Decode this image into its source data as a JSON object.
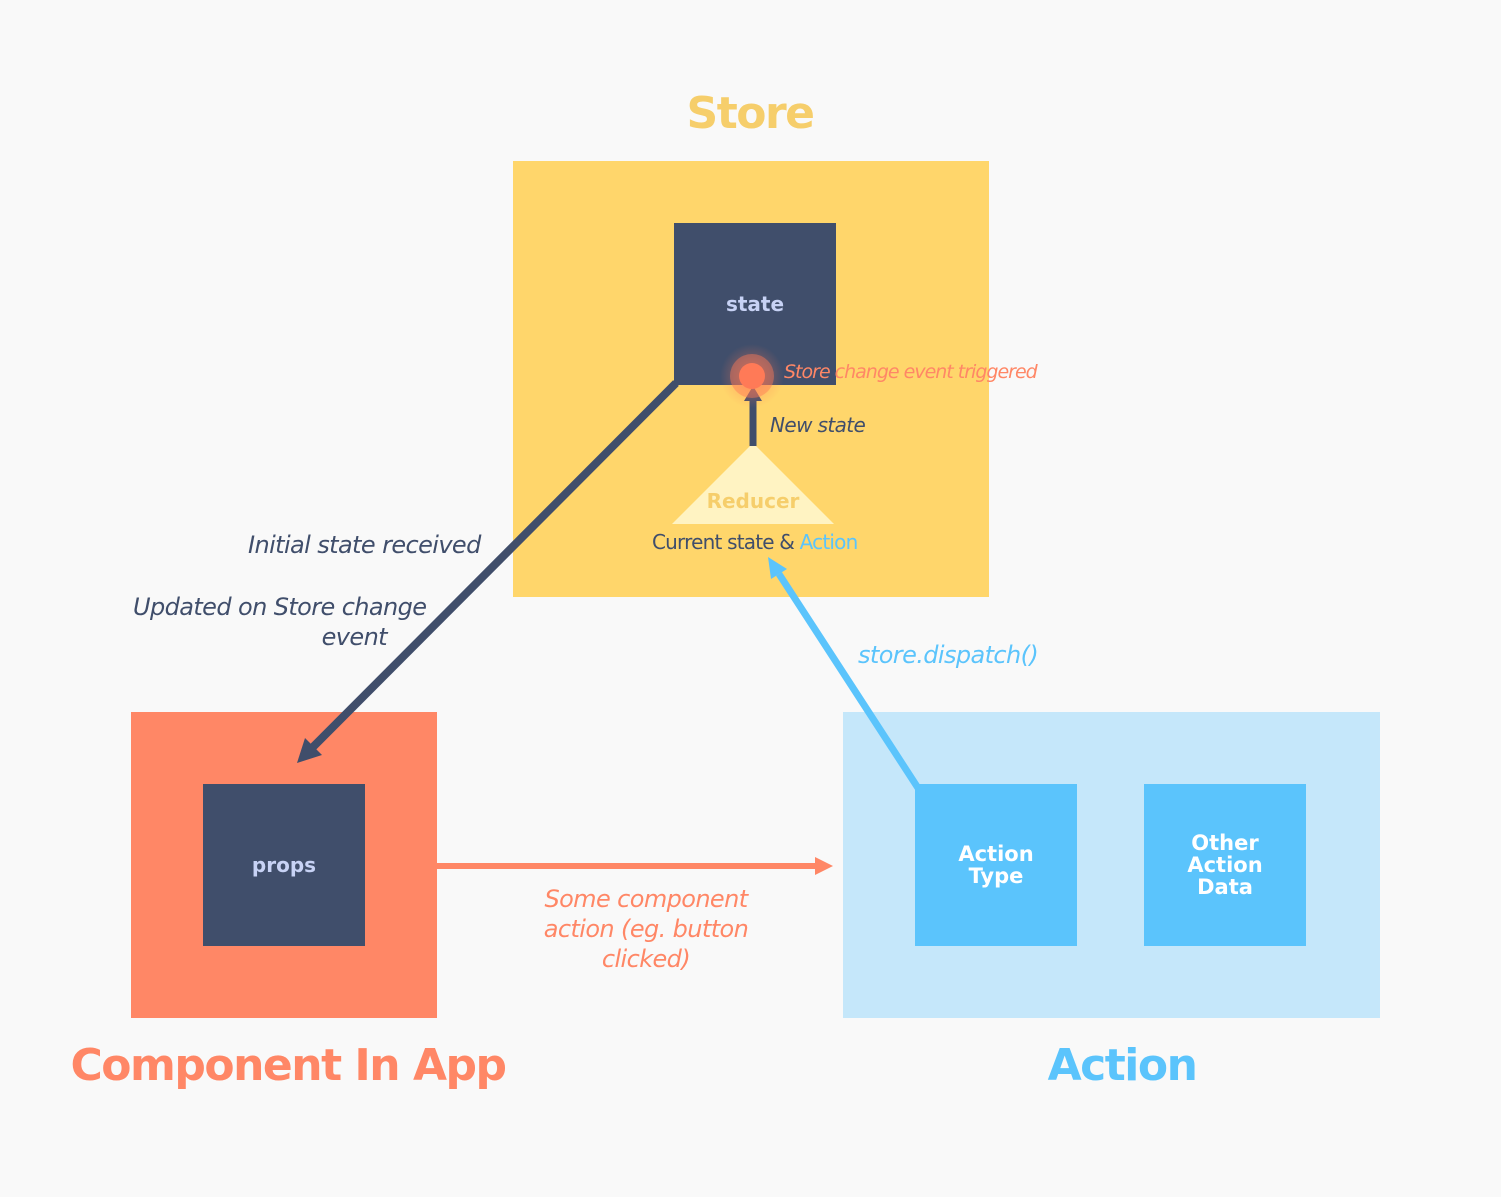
{
  "store": {
    "title": "Store",
    "state_label": "state",
    "reducer_label": "Reducer",
    "new_state_label": "New state",
    "event_label": "Store change event triggered",
    "current_state_label": "Current state &",
    "current_action_label": "Action"
  },
  "component": {
    "title": "Component In App",
    "props_label": "props"
  },
  "action": {
    "title": "Action",
    "type_label_line1": "Action",
    "type_label_line2": "Type",
    "data_label_line1": "Other",
    "data_label_line2": "Action",
    "data_label_line3": "Data"
  },
  "edges": {
    "initial_state": "Initial state received",
    "updated_line1": "Updated on Store change",
    "updated_line2": "event",
    "dispatch": "store.dispatch()",
    "component_action_line1": "Some component",
    "component_action_line2": "action (eg. button",
    "component_action_line3": "clicked)"
  },
  "colors": {
    "store": "#ffd66b",
    "store_title": "#f6ce6b",
    "dark": "#404e6b",
    "inner_text": "#c7d2f5",
    "reducer_fill": "#fff3c2",
    "component": "#ff8766",
    "action_bg": "#c5e7fa",
    "action_box": "#5bc4fc",
    "event_dot": "#ff7a57"
  }
}
